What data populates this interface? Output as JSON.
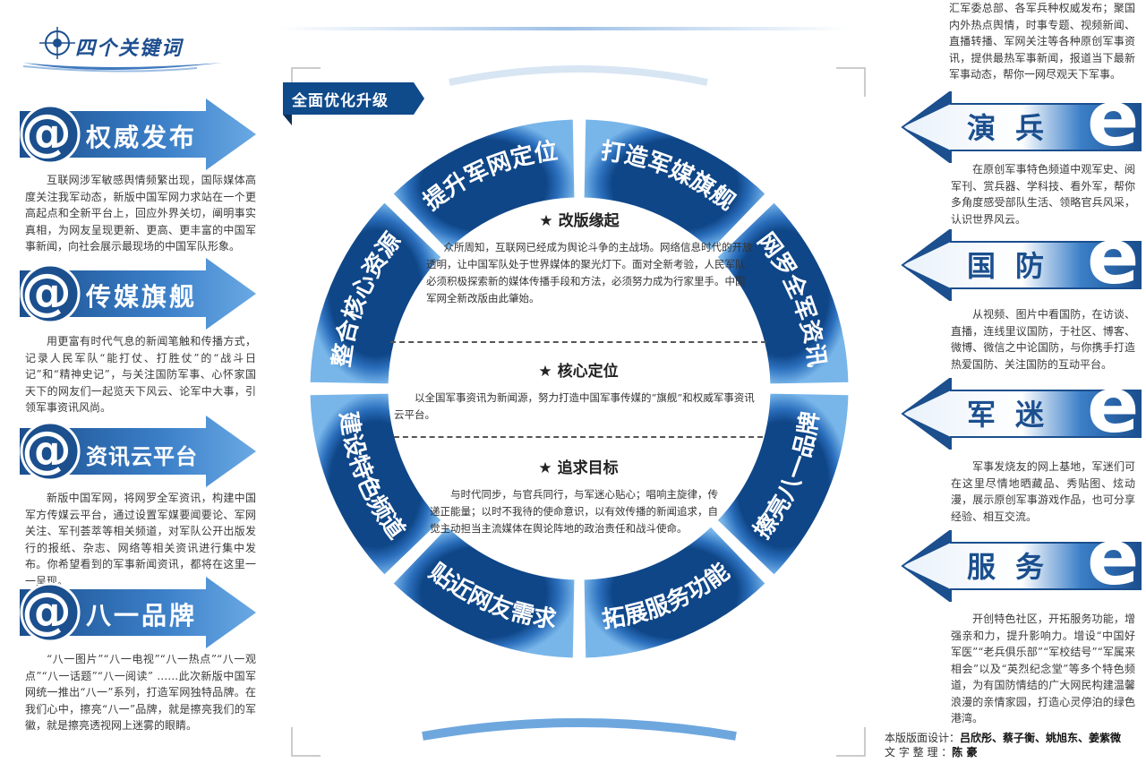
{
  "header": {
    "title": "四个关键词"
  },
  "left_sections": [
    {
      "label": "权威发布",
      "text": "互联网涉军敏感舆情频繁出现，国际媒体高度关注我军动态，新版中国军网力求站在一个更高起点和全新平台上，回应外界关切，阐明事实真相，为网友呈现更新、更高、更丰富的中国军事新闻，向社会展示最现场的中国军队形象。"
    },
    {
      "label": "传媒旗舰",
      "text": "用更富有时代气息的新闻笔触和传播方式，记录人民军队“能打仗、打胜仗”的“战斗日记”和“精神史记”，与关注国防军事、心怀家国天下的网友们一起览天下风云、论军中大事，引领军事资讯风尚。"
    },
    {
      "label": "资讯云平台",
      "text": "新版中国军网，将网罗全军资讯，构建中国军方传媒云平台，通过设置军媒要闻要论、军网关注、军刊荟萃等相关频道，对军队公开出版发行的报纸、杂志、网络等相关资讯进行集中发布。你希望看到的军事新闻资讯，都将在这里一一呈现。"
    },
    {
      "label": "八一品牌",
      "text": "“八一图片”“八一电视”“八一热点”“八一观点”“八一话题”“八一阅读” ……此次新版中国军网统一推出“八一”系列，打造军网独特品牌。在我们心中，擦亮“八一”品牌，就是擦亮我们的军徽，就是擦亮透视网上迷雾的眼睛。"
    }
  ],
  "right_top_text": "汇军委总部、各军兵种权威发布；聚国内外热点舆情，时事专题、视频新闻、直播转播、军网关注等各种原创军事资讯，提供最热军事新闻，报道当下最新军事动态，帮你一网尽观天下军事。",
  "right_sections": [
    {
      "label": "演兵",
      "letter": "e",
      "text": "在原创军事特色频道中观军史、阅军刊、赏兵器、学科技、看外军，帮你多角度感受部队生活、领略官兵风采，认识世界风云。"
    },
    {
      "label": "国防",
      "letter": "e",
      "text": "从视频、图片中看国防，在访谈、直播，连线里议国防，于社区、博客、微博、微信之中论国防，与你携手打造热爱国防、关注国防的互动平台。"
    },
    {
      "label": "军迷",
      "letter": "e",
      "text": "军事发烧友的网上基地，军迷们可在这里尽情地晒藏品、秀贴图、炫动漫，展示原创军事游戏作品，也可分享经验、相互交流。"
    },
    {
      "label": "服务",
      "letter": "e",
      "text": "开创特色社区，开拓服务功能，增强亲和力，提升影响力。增设“中国好军医”“老兵俱乐部”“军校结号”“军属来相会”以及“英烈纪念堂”等多个特色频道，为有国防情结的广大网民构建温馨浪漫的亲情家园，打造心灵停泊的绿色港湾。"
    }
  ],
  "center": {
    "tag": "全面优化升级",
    "ring_segments": [
      "提升军网定位",
      "打造军媒旗舰",
      "网罗全军资讯",
      "擦亮八一品牌",
      "拓展服务功能",
      "贴近网友需求",
      "建设特色频道",
      "整合核心资源"
    ],
    "sections": [
      {
        "title": "★ 改版缘起",
        "text": "众所周知，互联网已经成为舆论斗争的主战场。网络信息时代的开放透明，让中国军队处于世界媒体的聚光灯下。面对全新考验，人民军队必须积极探索新的媒体传播手段和方法，必须努力成为行家里手。中国军网全新改版由此肇始。"
      },
      {
        "title": "★ 核心定位",
        "text": "以全国军事资讯为新闻源，努力打造中国军事传媒的“旗舰”和权威军事资讯云平台。"
      },
      {
        "title": "★ 追求目标",
        "text": "与时代同步，与官兵同行，与军迷心贴心；唱响主旋律，传递正能量；以时不我待的使命意识，以有效传播的新闻追求，自觉主动担当主流媒体在舆论阵地的政治责任和战斗使命。"
      }
    ]
  },
  "credits": {
    "design_label": "本版版面设计：",
    "design_names": "吕欣彤、蔡子衡、姚旭东、姜紫微",
    "text_label": "文 字 整 理 ：",
    "text_names": "陈 豪"
  },
  "colors": {
    "primary": "#1e62ad",
    "light": "#5aa0dc",
    "dark": "#123f73",
    "tag": "#0f4a8a"
  }
}
